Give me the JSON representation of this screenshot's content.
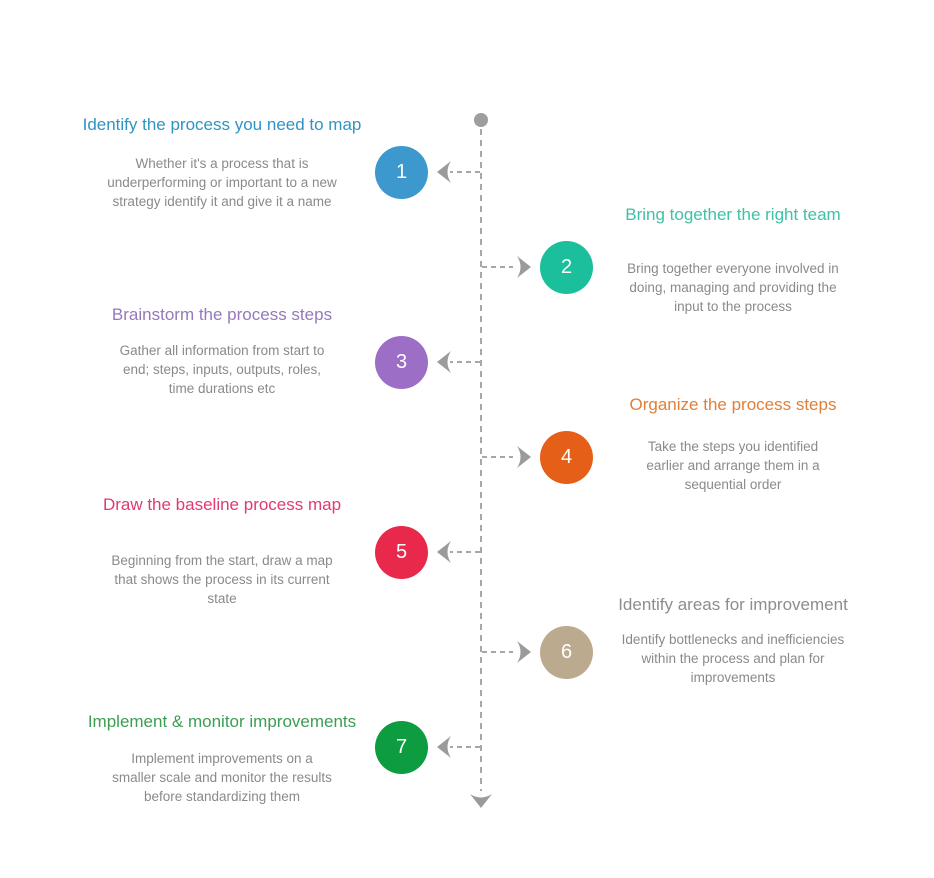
{
  "timeline": {
    "line_color": "#a7a7a7",
    "arrow_color": "#9b9b9b",
    "body_text_color": "#8a8a8a",
    "steps": [
      {
        "number": "1",
        "side": "left",
        "title": "Identify the process you need to map",
        "description": "Whether it's a process that is\nunderperforming or important to a new\nstrategy identify it and give it a name",
        "title_color": "#2e94c4",
        "circle_color": "#3d98cd"
      },
      {
        "number": "2",
        "side": "right",
        "title": "Bring together the right team",
        "description": "Bring together everyone involved in\ndoing, managing and providing the\ninput to the process",
        "title_color": "#3ec1a7",
        "circle_color": "#1cbf9b"
      },
      {
        "number": "3",
        "side": "left",
        "title": "Brainstorm the process steps",
        "description": "Gather all information from start to\nend; steps, inputs, outputs, roles,\ntime durations etc",
        "title_color": "#9678bb",
        "circle_color": "#9c6ec6"
      },
      {
        "number": "4",
        "side": "right",
        "title": "Organize the process steps",
        "description": "Take the steps you identified\nearlier and arrange them in a\nsequential order",
        "title_color": "#e08038",
        "circle_color": "#e65f19"
      },
      {
        "number": "5",
        "side": "left",
        "title": "Draw the baseline process map",
        "description": "Beginning from the start, draw a map\nthat shows the process in its current\nstate",
        "title_color": "#e03a70",
        "circle_color": "#e8294b"
      },
      {
        "number": "6",
        "side": "right",
        "title": "Identify areas for improvement",
        "description": "Identify bottlenecks and inefficiencies\nwithin the process and plan for\nimprovements",
        "title_color": "#8d8d8d",
        "circle_color": "#bcaa8e"
      },
      {
        "number": "7",
        "side": "left",
        "title": "Implement & monitor improvements",
        "description": "Implement improvements on a\nsmaller scale and monitor the results\nbefore standardizing them",
        "title_color": "#3b9e52",
        "circle_color": "#0e9c40"
      }
    ]
  }
}
